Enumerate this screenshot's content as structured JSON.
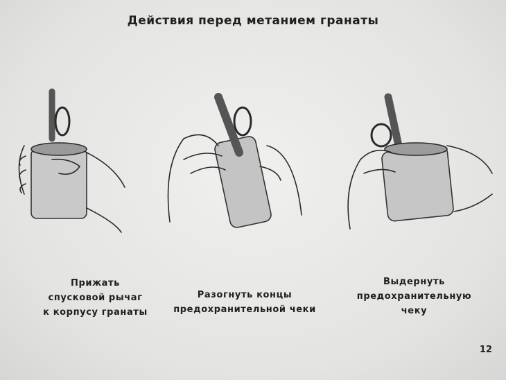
{
  "title": "Действия перед метанием гранаты",
  "steps": [
    {
      "lines": [
        "Прижать",
        "спусковой рычаг",
        "к корпусу гранаты"
      ]
    },
    {
      "lines": [
        "Разогнуть концы",
        "предохранительной чеки"
      ]
    },
    {
      "lines": [
        "Выдернуть",
        "предохранительную",
        "чеку"
      ]
    }
  ],
  "page_number": "12",
  "colors": {
    "background": "#e6e6e4",
    "ink": "#1f1f1f"
  }
}
